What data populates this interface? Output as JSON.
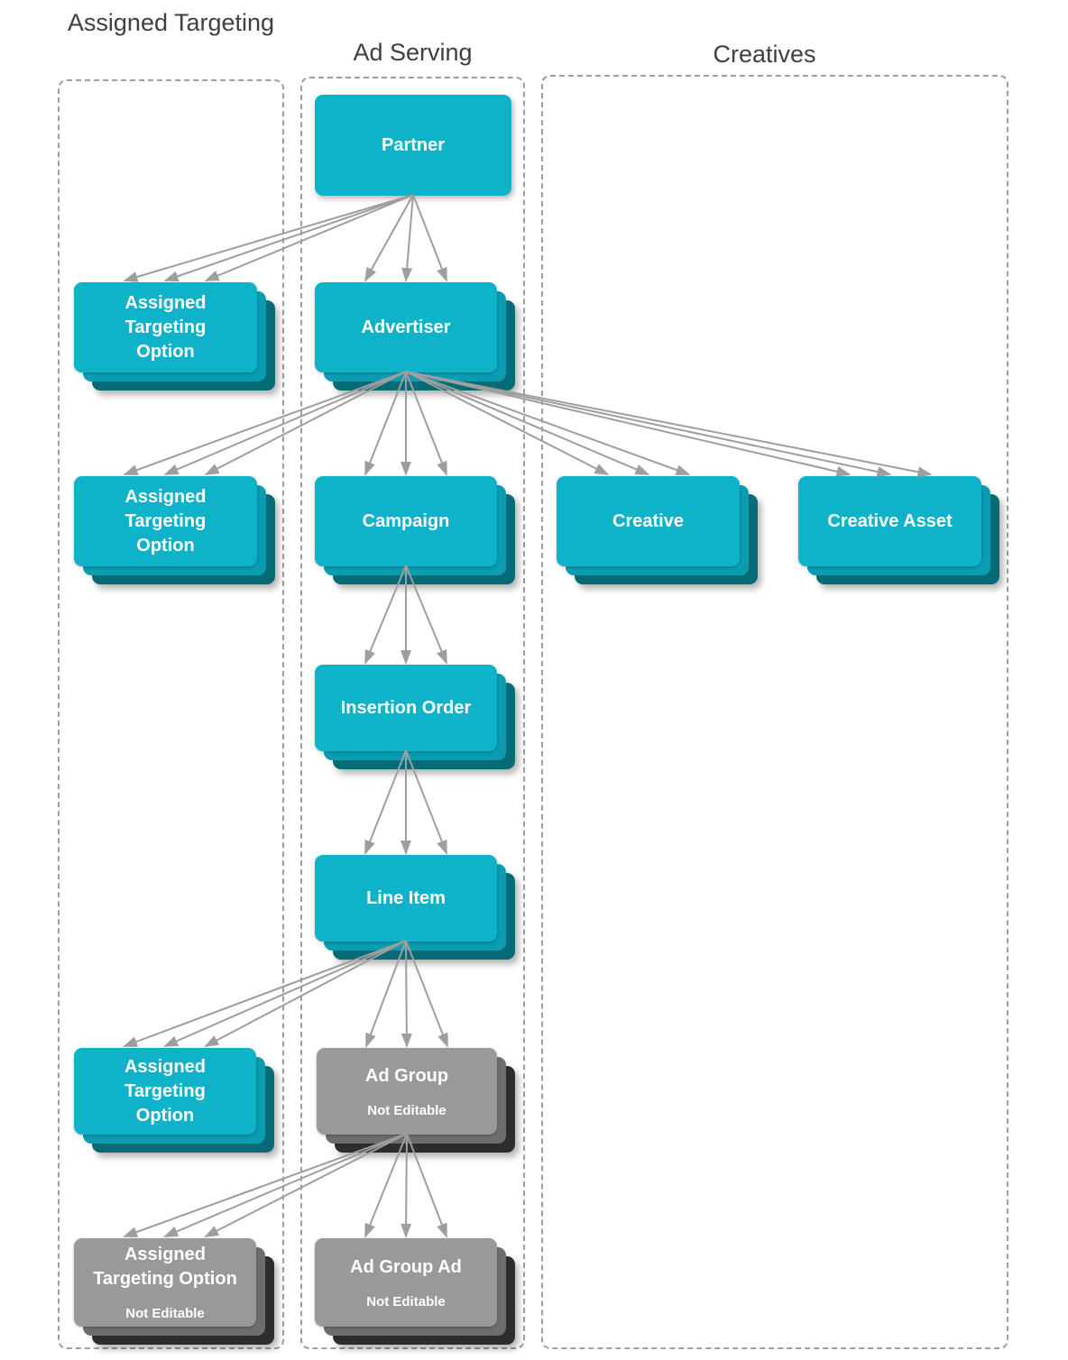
{
  "diagram": {
    "columns": [
      {
        "id": "assigned_targeting",
        "title": "Assigned Targeting"
      },
      {
        "id": "ad_serving",
        "title": "Ad Serving"
      },
      {
        "id": "creatives",
        "title": "Creatives"
      }
    ],
    "nodes": [
      {
        "id": "partner",
        "column": "ad_serving",
        "label": "Partner",
        "editable": true,
        "stacked": false
      },
      {
        "id": "ato_partner",
        "column": "assigned_targeting",
        "label": "Assigned\nTargeting\nOption",
        "editable": true,
        "stacked": true
      },
      {
        "id": "advertiser",
        "column": "ad_serving",
        "label": "Advertiser",
        "editable": true,
        "stacked": true
      },
      {
        "id": "ato_advertiser",
        "column": "assigned_targeting",
        "label": "Assigned\nTargeting\nOption",
        "editable": true,
        "stacked": true
      },
      {
        "id": "campaign",
        "column": "ad_serving",
        "label": "Campaign",
        "editable": true,
        "stacked": true
      },
      {
        "id": "creative",
        "column": "creatives",
        "label": "Creative",
        "editable": true,
        "stacked": true
      },
      {
        "id": "creative_asset",
        "column": "creatives",
        "label": "Creative Asset",
        "editable": true,
        "stacked": true
      },
      {
        "id": "insertion_order",
        "column": "ad_serving",
        "label": "Insertion Order",
        "editable": true,
        "stacked": true
      },
      {
        "id": "line_item",
        "column": "ad_serving",
        "label": "Line Item",
        "editable": true,
        "stacked": true
      },
      {
        "id": "ato_line_item",
        "column": "assigned_targeting",
        "label": "Assigned\nTargeting\nOption",
        "editable": true,
        "stacked": true
      },
      {
        "id": "ad_group",
        "column": "ad_serving",
        "label": "Ad Group",
        "sublabel": "Not Editable",
        "editable": false,
        "stacked": true
      },
      {
        "id": "ato_ad_group",
        "column": "assigned_targeting",
        "label": "Assigned\nTargeting Option",
        "sublabel": "Not Editable",
        "editable": false,
        "stacked": true
      },
      {
        "id": "ad_group_ad",
        "column": "ad_serving",
        "label": "Ad Group Ad",
        "sublabel": "Not Editable",
        "editable": false,
        "stacked": true
      }
    ],
    "edges": [
      {
        "from": "partner",
        "to": "ato_partner"
      },
      {
        "from": "partner",
        "to": "advertiser"
      },
      {
        "from": "advertiser",
        "to": "ato_advertiser"
      },
      {
        "from": "advertiser",
        "to": "campaign"
      },
      {
        "from": "advertiser",
        "to": "creative"
      },
      {
        "from": "advertiser",
        "to": "creative_asset"
      },
      {
        "from": "campaign",
        "to": "insertion_order"
      },
      {
        "from": "insertion_order",
        "to": "line_item"
      },
      {
        "from": "line_item",
        "to": "ato_line_item"
      },
      {
        "from": "line_item",
        "to": "ad_group"
      },
      {
        "from": "ad_group",
        "to": "ato_ad_group"
      },
      {
        "from": "ad_group",
        "to": "ad_group_ad"
      }
    ],
    "colors": {
      "editable_face": "#0fb3c9",
      "editable_mid": "#0b9cb1",
      "editable_back": "#076a77",
      "noneditable_face": "#999999",
      "noneditable_mid": "#6d6d6d",
      "noneditable_back": "#2d2d2d",
      "arrow": "#9e9e9e",
      "frame_border": "#9e9e9e",
      "header_text": "#3c4043",
      "node_text": "#ffffff"
    }
  }
}
